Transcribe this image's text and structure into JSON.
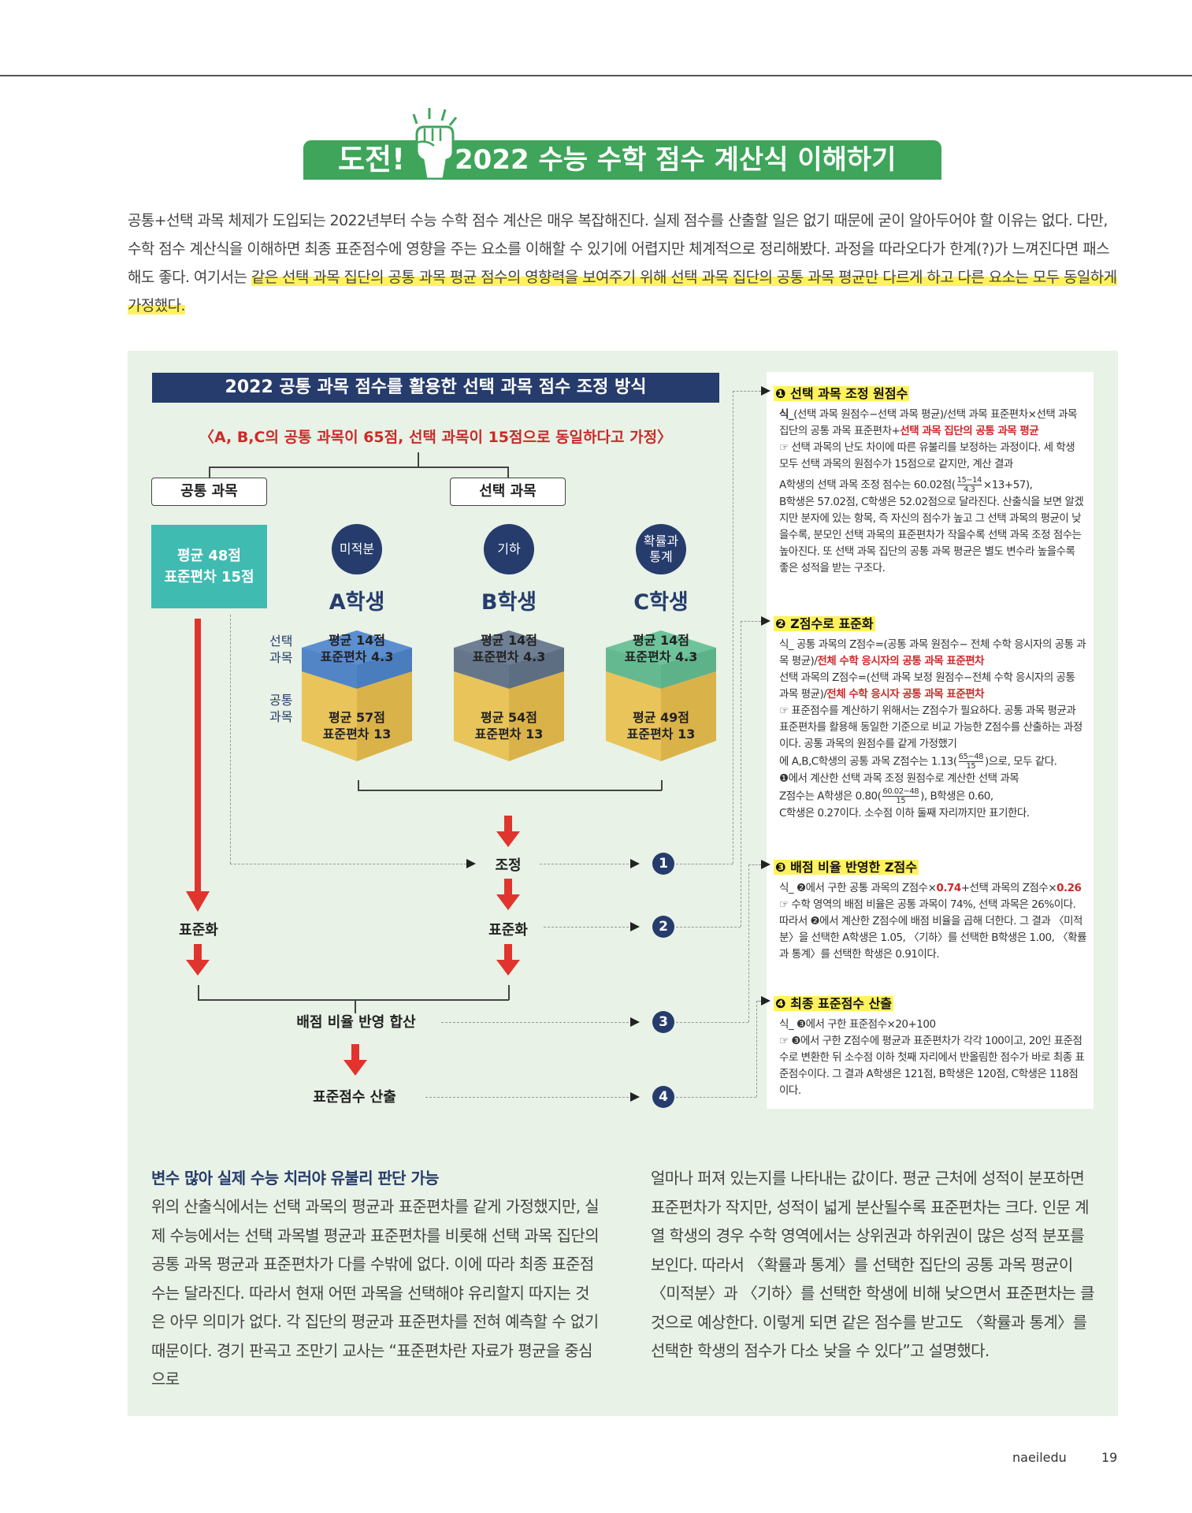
{
  "banner": {
    "label": "도전!",
    "title": "2022 수능 수학 점수 계산식 이해하기"
  },
  "intro": {
    "plain": "공통+선택 과목 체제가 도입되는 2022년부터 수능 수학 점수 계산은 매우 복잡해진다. 실제 점수를 산출할 일은 없기 때문에 굳이 알아두어야 할 이유는 없다. 다만, 수학 점수 계산식을 이해하면 최종 표준점수에 영향을 주는 요소를 이해할 수 있기에 어렵지만 체계적으로 정리해봤다. 과정을 따라오다가 한계(?)가 느껴진다면 패스해도 좋다. 여기서는 ",
    "highlight": "같은 선택 과목 집단의 공통 과목 평균 점수의 영향력을 보여주기 위해 선택 과목 집단의 공통 과목 평균만 다르게 하고 다른 요소는 모두 동일하게 가정했다."
  },
  "diagram": {
    "title": "2022 공통 과목 점수를 활용한 선택 과목 점수 조정 방식",
    "assumption": "〈A, B,C의 공통 과목이 65점, 선택 과목이 15점으로 동일하다고 가정〉",
    "common_label": "공통 과목",
    "elective_label": "선택 과목",
    "common_stats": [
      "평균 48점",
      "표준편차 15점"
    ],
    "side_elective": [
      "선택",
      "과목"
    ],
    "side_common": [
      "공통",
      "과목"
    ],
    "students": [
      {
        "subject": "미적분",
        "name": "A학생",
        "top": [
          "평균 14점",
          "표준편차 4.3"
        ],
        "bottom": [
          "평균 57점",
          "표준편차 13"
        ],
        "top_color": "#5b8fd0"
      },
      {
        "subject": "기하",
        "name": "B학생",
        "top": [
          "평균 14점",
          "표준편차 4.3"
        ],
        "bottom": [
          "평균 54점",
          "표준편차 13"
        ],
        "top_color": "#6f7f93"
      },
      {
        "subject_lines": [
          "확률과",
          "통계"
        ],
        "name": "C학생",
        "top": [
          "평균 14점",
          "표준편차 4.3"
        ],
        "bottom": [
          "평균 49점",
          "표준편차 13"
        ],
        "top_color": "#6fc39b"
      }
    ],
    "flow": {
      "adjust": "조정",
      "standardize_left": "표준화",
      "standardize_mid": "표준화",
      "sum": "배점 비율 반영 합산",
      "final": "표준점수 산출"
    },
    "step_numbers": [
      "1",
      "2",
      "3",
      "4"
    ]
  },
  "steps": [
    {
      "mark": "❶",
      "title": "선택 과목 조정 원점수",
      "formula_prefix": "식_",
      "formula": "(선택 과목 원점수−선택 과목 평균)/선택 과목 표준편차×선택 과목 집단의 공통 과목 표준편차+",
      "formula_red": "선택 과목 집단의 공통 과목 평균",
      "body1": "☞ 선택 과목의 난도 차이에 따른 유불리를 보정하는 과정이다. 세 학생 모두 선택 과목의 원점수가 15점으로 같지만, 계산 결과",
      "body2": "A학생의 선택 과목 조정 점수는 60.02점(",
      "frac_num": "15−14",
      "frac_den": "4.3",
      "body2b": "×13+57),",
      "body3": "B학생은 57.02점, C학생은 52.02점으로 달라진다. 산출식을 보면 알겠지만 분자에 있는 항목, 즉 자신의 점수가 높고 그 선택 과목의 평균이 낮을수록, 분모인 선택 과목의 표준편차가 작을수록 선택 과목 조정 점수는 높아진다. 또 선택 과목 집단의 공통 과목 평균은 별도 변수라 높을수록 좋은 성적을 받는 구조다."
    },
    {
      "mark": "❷",
      "title": "Z점수로 표준화",
      "f1": "식_ 공통 과목의 Z점수=(공통 과목 원점수− 전체 수학 응시자의 공통 과목 평균)/",
      "f1_red": "전체 수학 응시자의 공통 과목 표준편차",
      "f2": "선택 과목의 Z점수=(선택 과목 보정 원점수−전체 수학 응시자의 공통 과목 평균)/",
      "f2_red": "전체 수학 응시자 공통 과목 표준편차",
      "body1": "☞ 표준점수를 계산하기 위해서는 Z점수가 필요하다. 공통 과목 평균과 표준편차를 활용해 동일한 기준으로 비교 가능한 Z점수를 산출하는 과정이다. 공통 과목의 원점수를 같게 가정했기",
      "body2": "에 A,B,C학생의 공통 과목 Z점수는 1.13(",
      "frac_num": "65−48",
      "frac_den": "15",
      "body2b": ")으로, 모두 같다.",
      "body3": "❶에서 계산한 선택 과목 조정 원점수로 계산한 선택 과목",
      "body4": "Z점수는 A학생은 0.80(",
      "frac2_num": "60.02−48",
      "frac2_den": "15",
      "body4b": "), B학생은 0.60,",
      "body5": "C학생은 0.27이다. 소수점 이하 둘째 자리까지만 표기한다."
    },
    {
      "mark": "❸",
      "title": "배점 비율 반영한 Z점수",
      "f1": "식_ ❷에서 구한 공통 과목의 Z점수×",
      "f1_red1": "0.74",
      "f1b": "+선택 과목의 Z점수×",
      "f1_red2": "0.26",
      "body1": "☞ 수학 영역의 배점 비율은 공통 과목이 74%, 선택 과목은 26%이다. 따라서 ❷에서 계산한 Z점수에 배점 비율을 곱해 더한다. 그 결과 〈미적분〉을 선택한 A학생은 1.05, 〈기하〉를 선택한 B학생은 1.00, 〈확률과 통계〉를 선택한 학생은 0.91이다."
    },
    {
      "mark": "❹",
      "title": "최종 표준점수 산출",
      "f1": "식_ ❸에서 구한 표준점수×20+100",
      "body1": "☞ ❸에서 구한 Z점수에 평균과 표준편차가 각각 100이고, 20인 표준점수로 변환한 뒤 소수점 이하 첫째 자리에서 반올림한 점수가 바로 최종 표준점수이다. 그 결과 A학생은 121점, B학생은 120점, C학생은 118점이다."
    }
  ],
  "article": {
    "heading": "변수 많아 실제 수능 치러야 유불리 판단 가능",
    "left": "위의 산출식에서는 선택 과목의 평균과 표준편차를 같게 가정했지만, 실제 수능에서는 선택 과목별 평균과 표준편차를 비롯해 선택 과목 집단의 공통 과목 평균과 표준편차가 다를 수밖에 없다. 이에 따라 최종 표준점수는 달라진다. 따라서 현재 어떤 과목을 선택해야 유리할지 따지는 것은 아무 의미가 없다. 각 집단의 평균과 표준편차를 전혀 예측할 수 없기 때문이다. 경기 판곡고 조만기 교사는 “표준편차란 자료가 평균을 중심으로",
    "right": "얼마나 퍼져 있는지를 나타내는 값이다. 평균 근처에 성적이 분포하면 표준편차가 작지만, 성적이 넓게 분산될수록 표준편차는 크다. 인문 계열 학생의 경우 수학 영역에서는 상위권과 하위권이 많은 성적 분포를 보인다. 따라서 〈확률과 통계〉를 선택한 집단의 공통 과목 평균이 〈미적분〉과 〈기하〉를 선택한 학생에 비해 낮으면서 표준편차는 클 것으로 예상한다. 이렇게 되면 같은 점수를 받고도 〈확률과 통계〉를 선택한 학생의 점수가 다소 낮을 수 있다”고 설명했다."
  },
  "footer": {
    "brand": "naeiledu",
    "page": "19"
  }
}
